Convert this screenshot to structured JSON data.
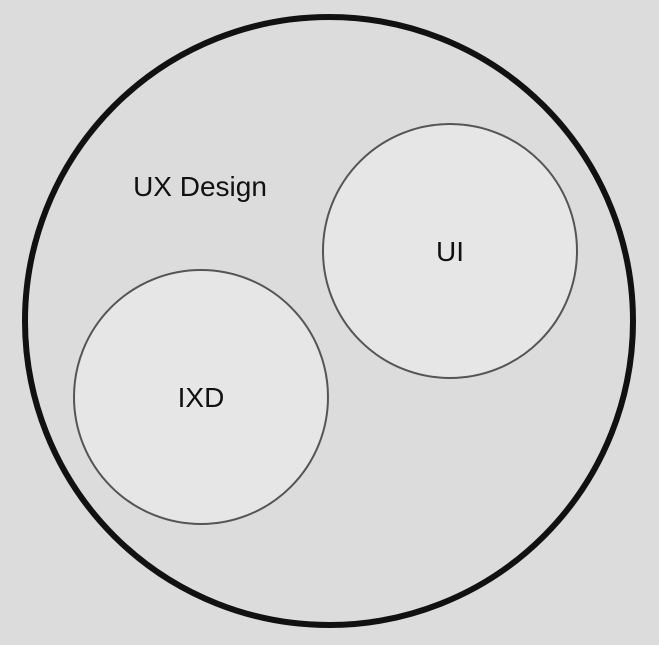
{
  "diagram": {
    "outer": {
      "label": "UX Design",
      "fill": "#dcdcdc",
      "stroke": "#111111"
    },
    "inner_circles": [
      {
        "label": "UI",
        "fill": "#e6e6e6",
        "stroke": "#555555"
      },
      {
        "label": "IXD",
        "fill": "#e6e6e6",
        "stroke": "#555555"
      }
    ]
  }
}
